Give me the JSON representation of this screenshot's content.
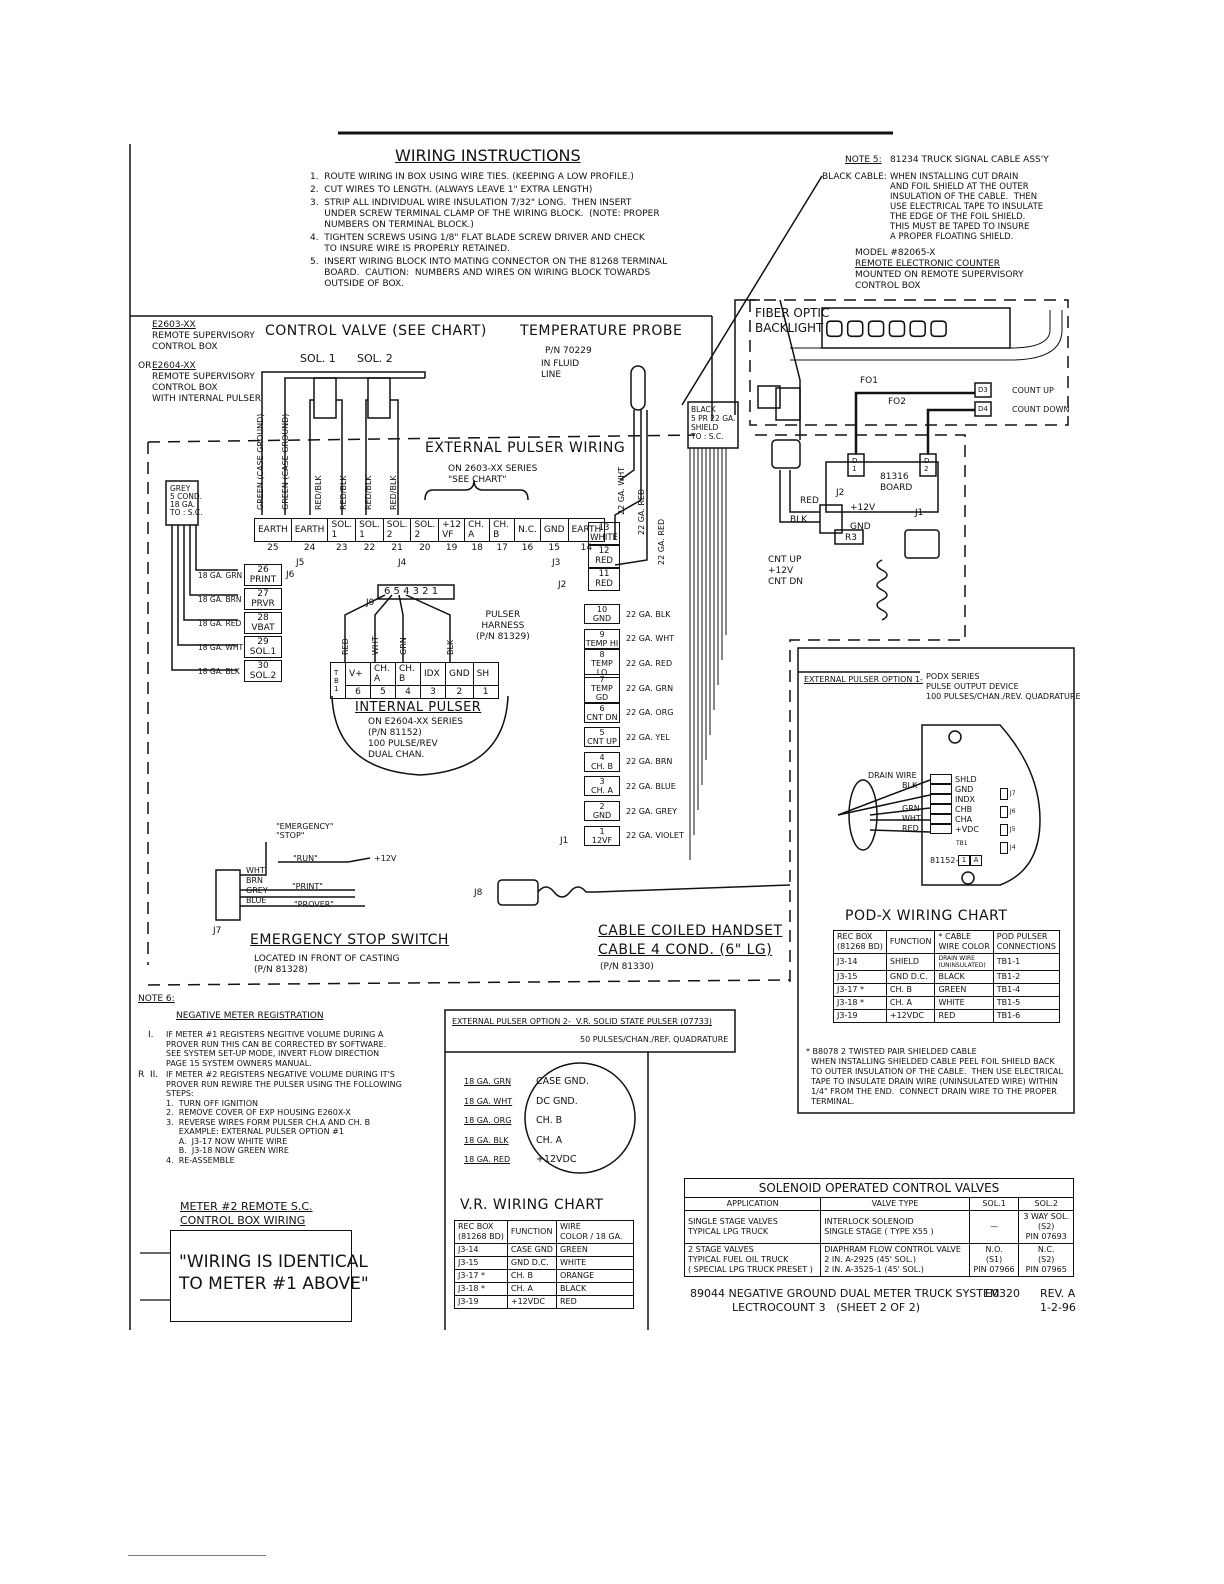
{
  "wiring_instructions": {
    "title": "WIRING INSTRUCTIONS",
    "steps": [
      "1.  ROUTE WIRING IN BOX USING WIRE TIES. (KEEPING A LOW PROFILE.)",
      "2.  CUT WIRES TO LENGTH. (ALWAYS LEAVE 1\" EXTRA LENGTH)",
      "3.  STRIP ALL INDIVIDUAL WIRE INSULATION 7/32\" LONG.  THEN INSERT\n     UNDER SCREW TERMINAL CLAMP OF THE WIRING BLOCK.  (NOTE: PROPER\n     NUMBERS ON TERMINAL BLOCK.)",
      "4.  TIGHTEN SCREWS USING 1/8\" FLAT BLADE SCREW DRIVER AND CHECK\n     TO INSURE WIRE IS PROPERLY RETAINED.",
      "5.  INSERT WIRING BLOCK INTO MATING CONNECTOR ON THE 81268 TERMINAL\n     BOARD.  CAUTION:  NUMBERS AND WIRES ON WIRING BLOCK TOWARDS\n     OUTSIDE OF BOX."
    ]
  },
  "note5": {
    "label": "NOTE 5:",
    "title": "81234 TRUCK SIGNAL CABLE ASS'Y",
    "black_cable": "BLACK CABLE:",
    "text": "WHEN INSTALLING CUT DRAIN\nAND FOIL SHIELD AT THE OUTER\nINSULATION OF THE CABLE.  THEN\nUSE ELECTRICAL TAPE TO INSULATE\nTHE EDGE OF THE FOIL SHIELD.\nTHIS MUST BE TAPED TO INSURE\nA PROPER FLOATING SHIELD."
  },
  "model": {
    "line1": "MODEL #82065-X",
    "line2": "REMOTE ELECTRONIC COUNTER",
    "line3": "MOUNTED ON REMOTE SUPERVISORY",
    "line4": "CONTROL BOX"
  },
  "counter": {
    "fiber_optic": "FIBER OPTIC",
    "backlight": "BACKLIGHT",
    "fo1": "FO1",
    "fo2": "FO2",
    "d3": "D3",
    "d4": "D4",
    "count_up": "COUNT UP",
    "count_down": "COUNT DOWN",
    "d1": "D\n1",
    "d2": "D\n2",
    "board": "81316\nBOARD",
    "j2": "J2",
    "j1": "J1",
    "red": "RED",
    "blk": "BLK",
    "plus12": "+12V",
    "gnd": "GND",
    "r3": "R3",
    "cnt": "CNT UP\n+12V\nCNT DN"
  },
  "box_labels": {
    "e2603": "E2603-XX",
    "e2603_desc": "REMOTE SUPERVISORY\nCONTROL BOX",
    "or": "OR",
    "e2604": "E2604-XX",
    "e2604_desc": "REMOTE SUPERVISORY\nCONTROL BOX\nWITH INTERNAL PULSER"
  },
  "control_valve": {
    "title": "CONTROL VALVE (SEE CHART)",
    "sol1": "SOL. 1",
    "sol2": "SOL. 2"
  },
  "temp_probe": {
    "title": "TEMPERATURE PROBE",
    "pn": "P/N 70229",
    "note": "IN FLUID\nLINE"
  },
  "black_cable_tag": "BLACK\n5 PR 22 GA.\nSHIELD\nTO : S.C.",
  "external_pulser": {
    "title": "EXTERNAL PULSER WIRING",
    "sub": "ON 2603-XX SERIES\n\"SEE CHART\""
  },
  "grey_cable": "GREY\n5 COND.\n18 GA.\nTO : S.C.",
  "j5_j4_j3": {
    "cells_top": [
      "EARTH",
      "EARTH",
      "SOL.\n1",
      "SOL.\n1",
      "SOL.\n2",
      "SOL.\n2",
      "+12\nVF",
      "CH.\nA",
      "CH.\nB",
      "N.C.",
      "GND",
      "EARTH"
    ],
    "cells_num": [
      "25",
      "24",
      "23",
      "22",
      "21",
      "20",
      "19",
      "18",
      "17",
      "16",
      "15",
      "14"
    ],
    "wire_labels": [
      "GREEN (CASE GROUND)",
      "GREEN (CASE GROUND)",
      "RED/BLK",
      "RED/BLK",
      "RED/BLK",
      "RED/BLK"
    ],
    "j5": "J5",
    "j4": "J4",
    "j3": "J3"
  },
  "j6": {
    "label": "J6",
    "rows": [
      {
        "wire": "18 GA. GRN",
        "num": "26",
        "name": "PRINT"
      },
      {
        "wire": "18 GA. BRN",
        "num": "27",
        "name": "PRVR"
      },
      {
        "wire": "18 GA. RED",
        "num": "28",
        "name": "VBAT"
      },
      {
        "wire": "18 GA. WHT",
        "num": "29",
        "name": "SOL.1"
      },
      {
        "wire": "18 GA. BLK",
        "num": "30",
        "name": "SOL.2"
      }
    ]
  },
  "j2_small": {
    "label": "J2",
    "rows": [
      {
        "num": "13",
        "name": "WHITE"
      },
      {
        "num": "12",
        "name": "RED"
      },
      {
        "num": "11",
        "name": "RED"
      }
    ],
    "wires": [
      "22 GA. WHT",
      "22 GA. RED",
      "22 GA. RED"
    ]
  },
  "j9": {
    "label": "J9",
    "pins": "6 5 4 3 2 1"
  },
  "pulser_harness": "PULSER\nHARNESS\n(P/N 81329)",
  "internal_pulser": {
    "title": "INTERNAL PULSER",
    "sub": "ON E2604-XX SERIES\n(P/N 81152)\n100 PULSE/REV\nDUAL CHAN.",
    "cells_top": [
      "T\nB\n1",
      "V+",
      "CH.\nA",
      "CH.\nB",
      "IDX",
      "GND",
      "SH"
    ],
    "cells_num": [
      "",
      "6",
      "5",
      "4",
      "3",
      "2",
      "1"
    ],
    "wires": [
      "RED",
      "WHT",
      "GRN",
      "BLK"
    ]
  },
  "j1": {
    "label": "J1",
    "rows": [
      {
        "num": "10",
        "name": "GND",
        "wire": "22 GA. BLK"
      },
      {
        "num": "9",
        "name": "TEMP HI",
        "wire": "22 GA. WHT"
      },
      {
        "num": "8",
        "name": "TEMP LO",
        "wire": "22 GA. RED"
      },
      {
        "num": "7",
        "name": "TEMP GD",
        "wire": "22 GA. GRN"
      },
      {
        "num": "6",
        "name": "CNT DN",
        "wire": "22 GA. ORG"
      },
      {
        "num": "5",
        "name": "CNT UP",
        "wire": "22 GA. YEL"
      },
      {
        "num": "4",
        "name": "CH. B",
        "wire": "22 GA. BRN"
      },
      {
        "num": "3",
        "name": "CH. A",
        "wire": "22 GA. BLUE"
      },
      {
        "num": "2",
        "name": "GND",
        "wire": "22 GA. GREY"
      },
      {
        "num": "1",
        "name": "12VF",
        "wire": "22 GA. VIOLET"
      }
    ]
  },
  "estop": {
    "title": "EMERGENCY STOP SWITCH",
    "sub": "LOCATED IN FRONT OF CASTING\n(P/N 81328)",
    "emergency": "\"EMERGENCY\"\n\"STOP\"",
    "run": "\"RUN\"",
    "plus12": "+12V",
    "print": "\"PRINT\"",
    "prover": "\"PROVER\"",
    "wires": [
      "WHT",
      "BRN",
      "GREY",
      "BLUE"
    ],
    "j7": "J7"
  },
  "handset": {
    "j8": "J8",
    "title1": "CABLE COILED HANDSET",
    "title2": "CABLE 4 COND. (6\" LG)",
    "pn": "(P/N 81330)"
  },
  "option1": {
    "title": "EXTERNAL PULSER OPTION 1-",
    "desc": "PODX SERIES\nPULSE OUTPUT DEVICE\n100 PULSES/CHAN./REV. QUADRATURE",
    "drain": "DRAIN WIRE",
    "wires": [
      "BLK",
      "GRN",
      "WHT",
      "RED"
    ],
    "terms": [
      "SHLD",
      "GND",
      "INDX",
      "CHB",
      "CHA",
      "+VDC"
    ],
    "tb1": "TB1",
    "part": "81152-",
    "j": [
      "J7",
      "J6",
      "J5",
      "J4"
    ]
  },
  "podx_chart": {
    "title": "POD-X WIRING CHART",
    "headers": [
      "REC BOX\n(81268 BD)",
      "FUNCTION",
      "* CABLE\nWIRE COLOR",
      "POD PULSER\nCONNECTIONS"
    ],
    "rows": [
      [
        "J3-14",
        "SHIELD",
        "DRAIN WIRE\n(UNINSULATED)",
        "TB1-1"
      ],
      [
        "J3-15",
        "GND D.C.",
        "BLACK",
        "TB1-2"
      ],
      [
        "J3-17 *",
        "CH. B",
        "GREEN",
        "TB1-4"
      ],
      [
        "J3-18 *",
        "CH. A",
        "WHITE",
        "TB1-5"
      ],
      [
        "J3-19",
        "+12VDC",
        "RED",
        "TB1-6"
      ]
    ]
  },
  "note_b8078": "* B8078 2 TWISTED PAIR SHIELDED CABLE\n  WHEN INSTALLING SHIELDED CABLE PEEL FOIL SHIELD BACK\n  TO OUTER INSULATION OF THE CABLE.  THEN USE ELECTRICAL\n  TAPE TO INSULATE DRAIN WIRE (UNINSULATED WIRE) WITHIN\n  1/4\" FROM THE END.  CONNECT DRAIN WIRE TO THE PROPER\n  TERMINAL.",
  "note6": {
    "label": "NOTE 6:",
    "title": "NEGATIVE METER REGISTRATION",
    "p1_num": "I.",
    "p1": "IF METER #1 REGISTERS NEGITIVE VOLUME DURING A\nPROVER RUN THIS CAN BE CORRECTED BY SOFTWARE.\nSEE SYSTEM SET-UP MODE, INVERT FLOW DIRECTION\nPAGE 15 SYSTEM OWNERS MANUAL.",
    "p2_num": "R  II.",
    "p2": "IF METER #2 REGISTERS NEGATIVE VOLUME DURING IT'S\nPROVER RUN REWIRE THE PULSER USING THE FOLLOWING\nSTEPS:\n1.  TURN OFF IGNITION\n2.  REMOVE COVER OF EXP HOUSING E260X-X\n3.  REVERSE WIRES FORM PULSER CH.A AND CH. B\n     EXAMPLE: EXTERNAL PULSER OPTION #1\n     A.  J3-17 NOW WHITE WIRE\n     B.  J3-18 NOW GREEN WIRE\n4.  RE-ASSEMBLE"
  },
  "meter2": {
    "title": "METER #2 REMOTE S.C.\nCONTROL BOX WIRING",
    "box": "\"WIRING IS IDENTICAL\nTO METER #1 ABOVE\""
  },
  "option2": {
    "title": "EXTERNAL PULSER OPTION 2-  V.R. SOLID STATE PULSER (07733)",
    "sub": "50 PULSES/CHAN./REF. QUADRATURE",
    "rows": [
      {
        "wire": "18 GA. GRN",
        "term": "CASE GND."
      },
      {
        "wire": "18 GA. WHT",
        "term": "DC GND."
      },
      {
        "wire": "18 GA. ORG",
        "term": "CH. B"
      },
      {
        "wire": "18 GA. BLK",
        "term": "CH. A"
      },
      {
        "wire": "18 GA. RED",
        "term": "+12VDC"
      }
    ]
  },
  "vr_chart": {
    "title": "V.R. WIRING CHART",
    "headers": [
      "REC BOX\n(81268 BD)",
      "FUNCTION",
      "WIRE\nCOLOR / 18 GA."
    ],
    "rows": [
      [
        "J3-14",
        "CASE GND",
        "GREEN"
      ],
      [
        "J3-15",
        "GND D.C.",
        "WHITE"
      ],
      [
        "J3-17 *",
        "CH. B",
        "ORANGE"
      ],
      [
        "J3-18 *",
        "CH. A",
        "BLACK"
      ],
      [
        "J3-19",
        "+12VDC",
        "RED"
      ]
    ]
  },
  "solenoid_chart": {
    "title": "SOLENOID OPERATED CONTROL VALVES",
    "headers": [
      "APPLICATION",
      "VALVE TYPE",
      "SOL.1",
      "SOL.2"
    ],
    "rows": [
      [
        "SINGLE STAGE VALVES\nTYPICAL LPG TRUCK",
        "INTERLOCK SOLENOID\nSINGLE STAGE ( TYPE X55 )",
        "—",
        "3 WAY SOL.\n(S2)\nPIN 07693"
      ],
      [
        "2 STAGE VALVES\nTYPICAL FUEL OIL TRUCK\n( SPECIAL LPG TRUCK PRESET )",
        "DIAPHRAM FLOW CONTROL VALVE\n2 IN. A-2925 (45' SOL.)\n2 IN. A-3525-1 (45' SOL.)",
        "N.O.\n(S1)\nPIN 07966",
        "N.C.\n(S2)\nPIN 07965"
      ]
    ]
  },
  "footer": {
    "line1": "89044 NEGATIVE GROUND DUAL METER TRUCK SYSTEM",
    "line2": "LECTROCOUNT 3   (SHEET 2 OF 2)",
    "doc": "E0320",
    "rev": "REV. A",
    "date": "1-2-96"
  }
}
